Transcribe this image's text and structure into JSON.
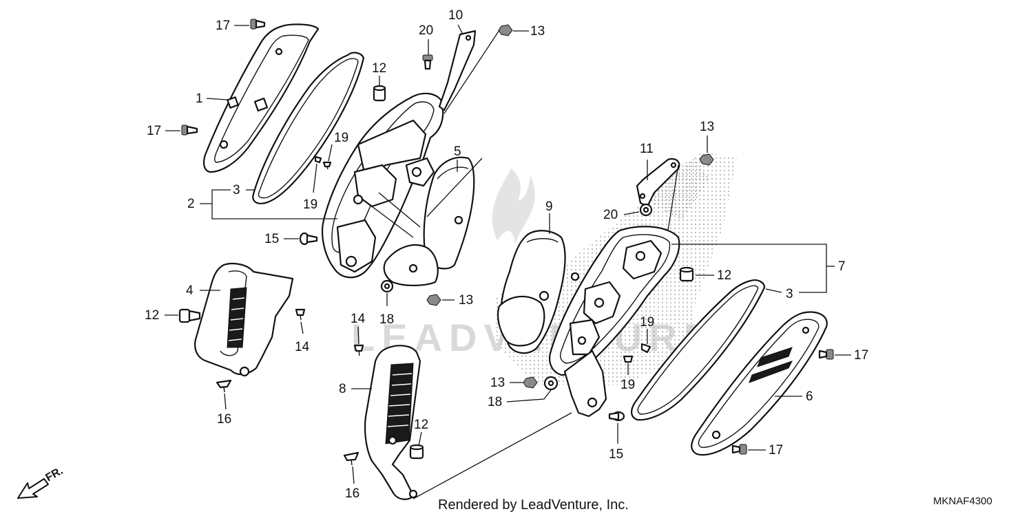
{
  "callouts": [
    {
      "id": "c17a",
      "text": "17"
    },
    {
      "id": "c20a",
      "text": "20"
    },
    {
      "id": "c10",
      "text": "10"
    },
    {
      "id": "c13a",
      "text": "13"
    },
    {
      "id": "c12a",
      "text": "12"
    },
    {
      "id": "c1",
      "text": "1"
    },
    {
      "id": "c17b",
      "text": "17"
    },
    {
      "id": "c19a",
      "text": "19"
    },
    {
      "id": "c5",
      "text": "5"
    },
    {
      "id": "c3a",
      "text": "3"
    },
    {
      "id": "c2",
      "text": "2"
    },
    {
      "id": "c19b",
      "text": "19"
    },
    {
      "id": "c15a",
      "text": "15"
    },
    {
      "id": "c4",
      "text": "4"
    },
    {
      "id": "c12b",
      "text": "12"
    },
    {
      "id": "c14a",
      "text": "14"
    },
    {
      "id": "c16a",
      "text": "16"
    },
    {
      "id": "c18a",
      "text": "18"
    },
    {
      "id": "c13b",
      "text": "13"
    },
    {
      "id": "c14b",
      "text": "14"
    },
    {
      "id": "c8",
      "text": "8"
    },
    {
      "id": "c12c",
      "text": "12"
    },
    {
      "id": "c16b",
      "text": "16"
    },
    {
      "id": "c9",
      "text": "9"
    },
    {
      "id": "c11",
      "text": "11"
    },
    {
      "id": "c13c",
      "text": "13"
    },
    {
      "id": "c20b",
      "text": "20"
    },
    {
      "id": "c12d",
      "text": "12"
    },
    {
      "id": "c7",
      "text": "7"
    },
    {
      "id": "c3b",
      "text": "3"
    },
    {
      "id": "c19c",
      "text": "19"
    },
    {
      "id": "c19d",
      "text": "19"
    },
    {
      "id": "c13d",
      "text": "13"
    },
    {
      "id": "c18b",
      "text": "18"
    },
    {
      "id": "c17c",
      "text": "17"
    },
    {
      "id": "c6",
      "text": "6"
    },
    {
      "id": "c15b",
      "text": "15"
    },
    {
      "id": "c17d",
      "text": "17"
    }
  ],
  "front_marker": "FR.",
  "credit": "Rendered by LeadVenture, Inc.",
  "diagram_code": "MKNAF4300",
  "watermark": "LEADVENTURE"
}
